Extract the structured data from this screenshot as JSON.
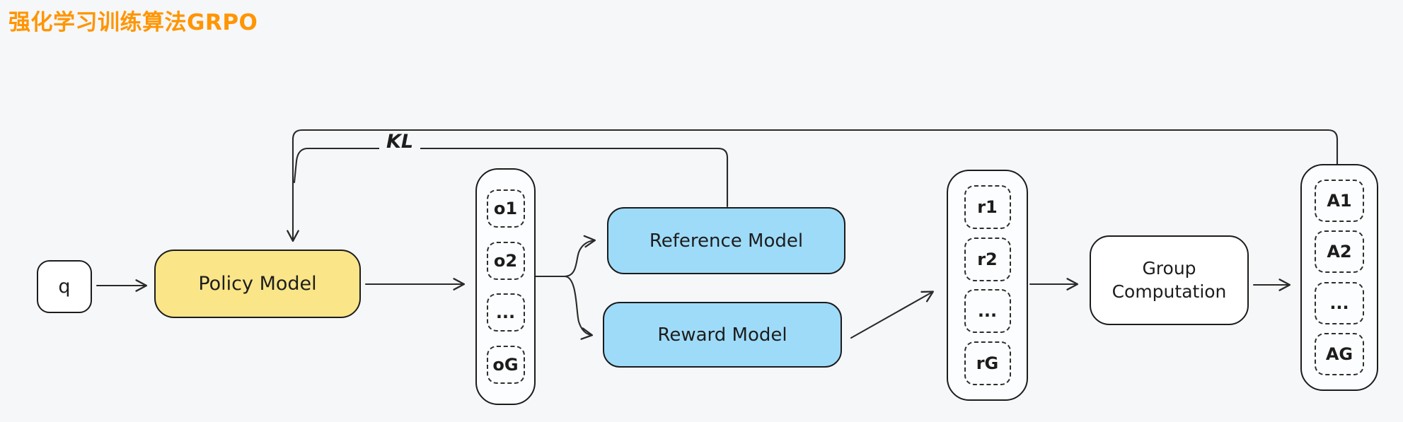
{
  "title": {
    "text": "强化学习训练算法GRPO",
    "color": "#ff9500"
  },
  "colors": {
    "background": "#f6f7f9",
    "policy_yellow": "#fae588",
    "model_blue": "#9edbf9",
    "ink": "#1c1c1c",
    "title_orange": "#ff9500"
  },
  "nodes": {
    "query": {
      "label": "q"
    },
    "policy_model": {
      "label": "Policy Model"
    },
    "reference_model": {
      "label": "Reference Model"
    },
    "reward_model": {
      "label": "Reward Model"
    },
    "group_computation": {
      "label": "Group Computation"
    }
  },
  "edge_labels": {
    "kl": "KL"
  },
  "columns": {
    "outputs": {
      "items": [
        "o1",
        "o2",
        "...",
        "oG"
      ]
    },
    "rewards": {
      "items": [
        "r1",
        "r2",
        "...",
        "rG"
      ]
    },
    "advantages": {
      "items": [
        "A1",
        "A2",
        "...",
        "AG"
      ]
    }
  }
}
